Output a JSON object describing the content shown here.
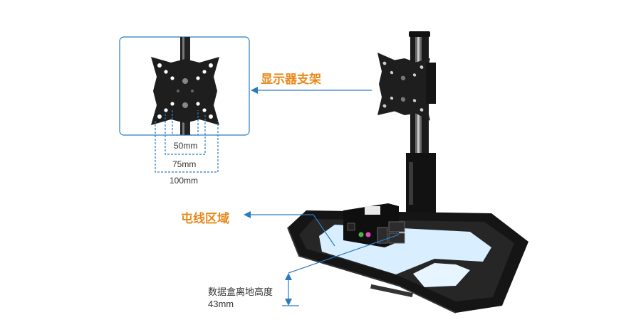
{
  "labels": {
    "monitor_mount": "显示器支架",
    "cable_area": "屯线区域",
    "dim_50": "50mm",
    "dim_75": "75mm",
    "dim_100": "100mm",
    "ground_clearance_title": "数据盒离地高度",
    "ground_clearance_value": "43mm"
  },
  "colors": {
    "accent_orange": "#e8891c",
    "callout_blue": "#2a7bc0",
    "product_black": "#1a1a1a",
    "tray_light_blue": "#d9efff"
  }
}
